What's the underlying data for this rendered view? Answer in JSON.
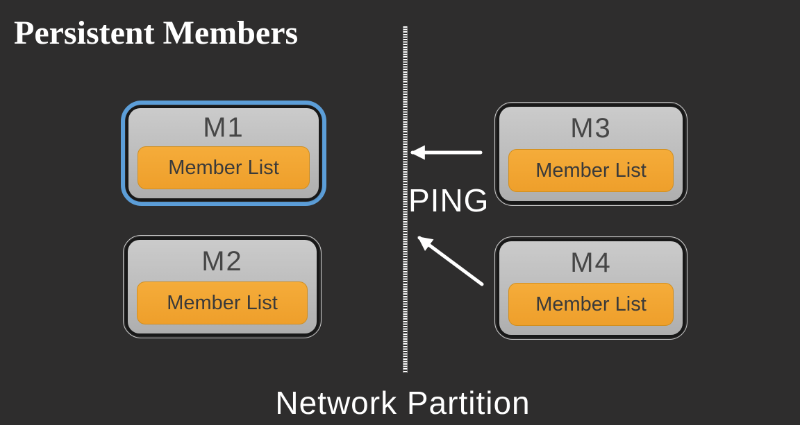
{
  "title": "Persistent Members",
  "ping_label": "PING",
  "bottom_label": "Network Partition",
  "nodes": [
    {
      "id": "M1",
      "label": "M1",
      "member_list_label": "Member List",
      "highlighted": true
    },
    {
      "id": "M2",
      "label": "M2",
      "member_list_label": "Member List",
      "highlighted": false
    },
    {
      "id": "M3",
      "label": "M3",
      "member_list_label": "Member List",
      "highlighted": false
    },
    {
      "id": "M4",
      "label": "M4",
      "member_list_label": "Member List",
      "highlighted": false
    }
  ],
  "arrows": [
    {
      "from": "M3",
      "to": "network-partition-line",
      "direction": "left"
    },
    {
      "from": "M4",
      "to": "network-partition-line",
      "direction": "up-left"
    }
  ],
  "colors": {
    "background": "#2e2d2d",
    "highlight_border": "#5c9ed8",
    "node_outline": "#cfcfcf",
    "node_fill_top": "#cbcbcb",
    "node_fill_bottom": "#aeaeae",
    "member_list_fill_top": "#f5ac3a",
    "member_list_fill_bottom": "#ee9f2b",
    "member_list_border": "#d18f20",
    "node_text": "#464646",
    "member_text": "#3a3a3a",
    "line_color": "#ffffff",
    "text_color": "#ffffff"
  }
}
